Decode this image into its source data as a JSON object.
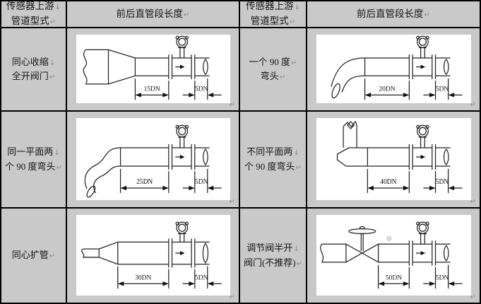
{
  "marks": {
    "line_break": "↓",
    "paragraph": "↵"
  },
  "header": {
    "type_col": {
      "line1": "传感器上游",
      "mark1": "↓",
      "line2": "管道型式",
      "mark2": "↵"
    },
    "length_col": {
      "line1": "前后直管段长度",
      "mark1": "↵"
    }
  },
  "cells": {
    "r1l": {
      "label1": "同心收缩",
      "mark1": "↓",
      "label2": "全开阀门",
      "mark2": "↵",
      "dim_main": "15DN",
      "dim_after": "5DN",
      "config": "concentric reducer, fully open valve"
    },
    "r1r": {
      "label1": "一个 90 度",
      "mark1": "↵",
      "label2": "弯头",
      "mark2": "↵",
      "dim_main": "20DN",
      "dim_after": "5DN",
      "config": "single 90-degree elbow"
    },
    "r2l": {
      "label1": "同一平面两",
      "mark1": "↓",
      "label2": "个 90 度弯头",
      "mark2": "↵",
      "dim_main": "25DN",
      "dim_after": "5DN",
      "config": "two 90-degree elbows in same plane"
    },
    "r2r": {
      "label1": "不同平面两",
      "mark1": "↓",
      "label2": "个 90 度弯头",
      "mark2": "↵",
      "dim_main": "40DN",
      "dim_after": "5DN",
      "config": "two 90-degree elbows in different planes"
    },
    "r3l": {
      "label1": "同心扩管",
      "mark1": "↵",
      "label2": "",
      "mark2": "",
      "dim_main": "30DN",
      "dim_after": "5DN",
      "config": "concentric expander"
    },
    "r3r": {
      "label1": "调节阀半开",
      "mark1": "↓",
      "label2": "阀门(不推荐)",
      "mark2": "↵",
      "dim_main": "50DN",
      "dim_after": "5DN",
      "config": "regulating valve half open (not recommended)"
    }
  }
}
